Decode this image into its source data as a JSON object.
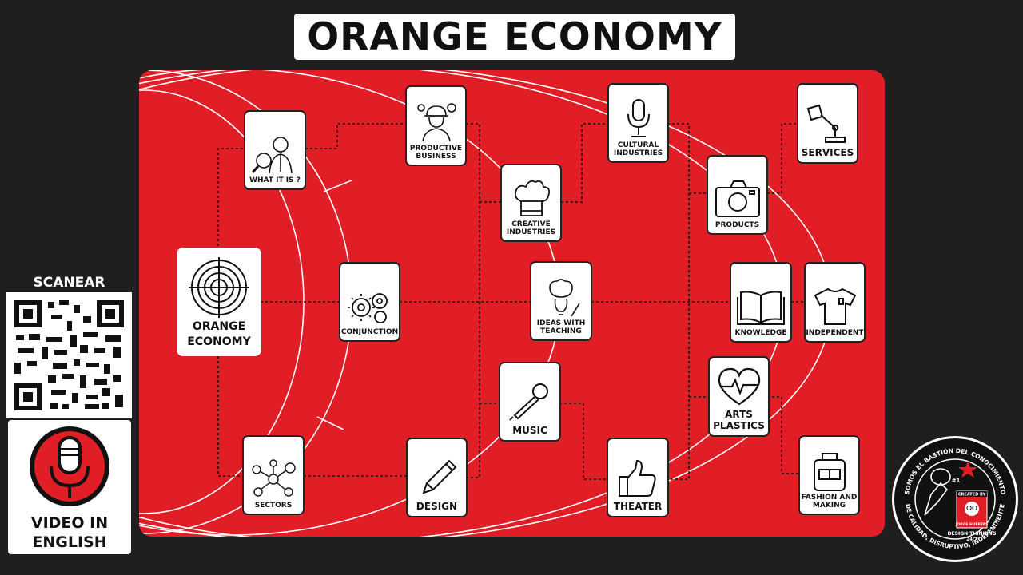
{
  "title": "ORANGE ECONOMY",
  "colors": {
    "background": "#1f1f1f",
    "board": "#e11d26",
    "node_bg": "#ffffff",
    "badge_accent": "#e11d26"
  },
  "nodes": {
    "orange_economy": "ORANGE\nECONOMY",
    "what_it_is": "WHAT IT IS ?",
    "conjunction": "CONJUNCTION",
    "sectors": "SECTORS",
    "productive_business": "PRODUCTIVE\nBUSINESS",
    "creative_industries": "CREATIVE\nINDUSTRIES",
    "ideas_with_teaching": "IDEAS WITH\nTEACHING",
    "music": "MUSIC",
    "design": "DESIGN",
    "cultural_industries": "CULTURAL\nINDUSTRIES",
    "theater": "THEATER",
    "products": "PRODUCTS",
    "knowledge": "KNOWLEDGE",
    "arts_plastics": "ARTS\nPLASTICS",
    "services": "SERVICES",
    "independent": "INDEPENDENT",
    "fashion_and_making": "FASHION AND\nMAKING"
  },
  "left_panel": {
    "scan_label": "SCANEAR",
    "video_label": "VIDEO IN\nENGLISH"
  },
  "badge": {
    "ring_text": "SOMOS EL BASTIÓN DEL CONOCIMIENTO · DE CALIDAD, DISRUPTIVO, INDEPENDIENTE",
    "created_by": "CREATED BY",
    "author": "JORGE HUERTAS",
    "line1": "DESIGN THINKING",
    "line2": "24/7",
    "number": "#1"
  },
  "icons": {
    "what_it_is": "magnifier-person-icon",
    "conjunction": "gears-icon",
    "sectors": "network-icon",
    "productive_business": "worker-icon",
    "creative_industries": "chef-hat-icon",
    "ideas_with_teaching": "brain-bulb-icon",
    "music": "microphone-icon",
    "design": "pencil-icon",
    "cultural_industries": "mic-stand-icon",
    "theater": "thumbs-up-icon",
    "products": "camera-icon",
    "knowledge": "book-icon",
    "arts_plastics": "heart-pulse-icon",
    "services": "desk-lamp-icon",
    "independent": "tshirt-icon",
    "fashion_and_making": "backpack-icon",
    "orange_economy": "target-icon"
  }
}
